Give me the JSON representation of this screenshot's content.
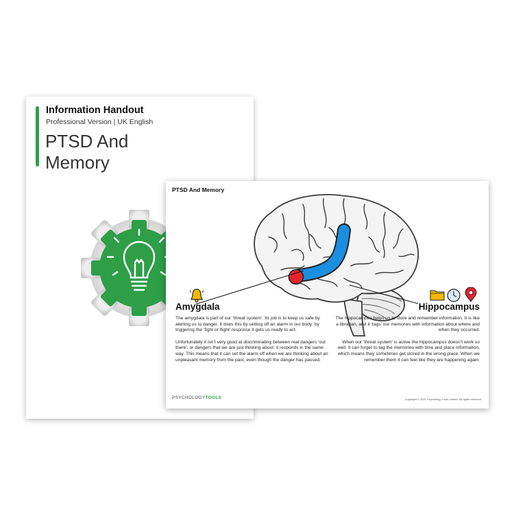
{
  "cover": {
    "title": "Information Handout",
    "subtitle": "Professional Version | UK English",
    "heading_line1": "PTSD And",
    "heading_line2": "Memory"
  },
  "page": {
    "title": "PTSD And Memory",
    "amygdala": {
      "title": "Amygdala",
      "p1": "The amygdala is part of our ‘threat system’. Its job is to keep us safe by alerting us to danger. It does this by setting off an alarm in our body: by triggering the ‘fight or flight’ response it gets us ready to act.",
      "p2": "Unfortunately it isn’t very good at discriminating between real dangers ‘out there’, or dangers that we are just thinking about: it responds in the same way. This means that it can set the alarm off when we are thinking about an unpleasant memory from the past, even though the danger has passed."
    },
    "hippocampus": {
      "title": "Hippocampus",
      "p1": "The hippocampus helps us to store and remember information. It is like a librarian, and it ‘tags’ our memories with information about where and when they occurred.",
      "p2": "When our ‘threat system’ is active the hippocampus doesn’t work so well. It can forget to tag the memories with time and place information, which means they sometimes get stored in the wrong place. When we remember them it can feel like they are happening again."
    },
    "footer": {
      "brand_a": "PSYCHOLOGY",
      "brand_b": "TOOLS",
      "copyright": "Copyright © 2021 Psychology Tools Limited. All rights reserved."
    }
  },
  "icons": {
    "amygdala": "bell-icon",
    "hippocampus": [
      "folder-icon",
      "clock-icon",
      "location-pin-icon"
    ],
    "cover": "lightbulb-gear-icon"
  },
  "colors": {
    "accent_green": "#2e9e47",
    "amygdala_red": "#e3242b",
    "hippocampus_blue": "#1a8fe0"
  }
}
